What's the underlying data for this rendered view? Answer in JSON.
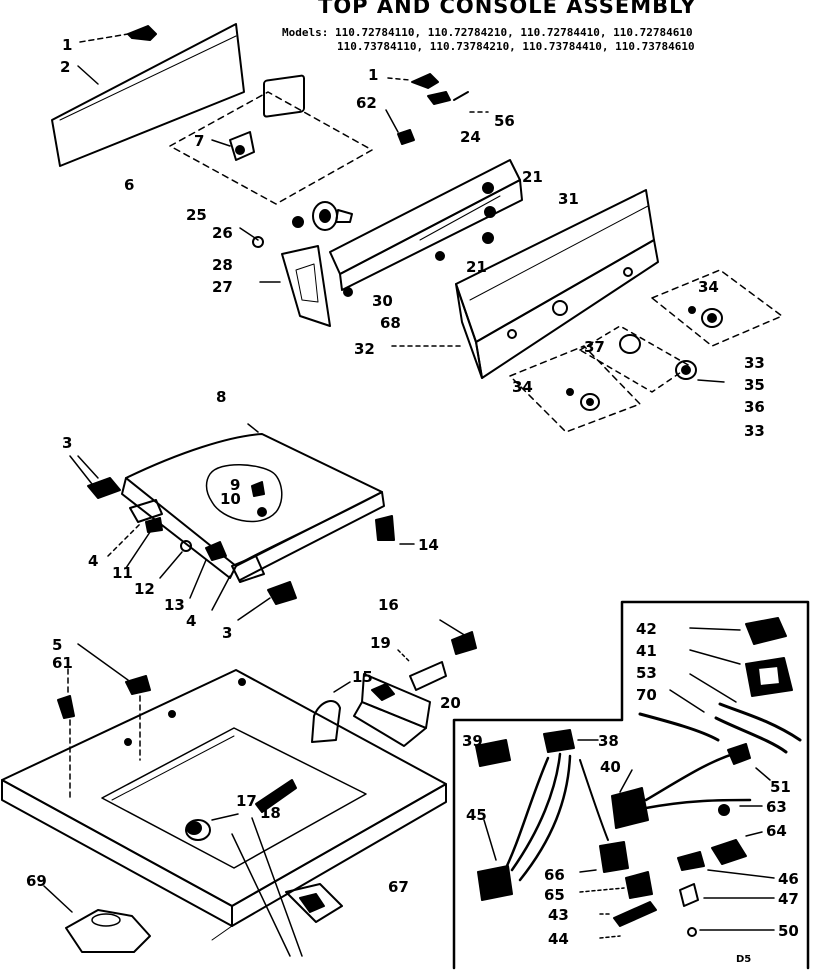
{
  "title": "TOP AND CONSOLE ASSEMBLY",
  "models_line1": "Models: 110.72784110, 110.72784210, 110.72784410, 110.72784610",
  "models_line2": "110.73784110, 110.73784210, 110.73784410, 110.73784610",
  "footer_code": "D5",
  "callouts": {
    "c1a": "1",
    "c2": "2",
    "c6": "6",
    "c7": "7",
    "c1b": "1",
    "c62": "62",
    "c24": "24",
    "c56": "56",
    "c21a": "21",
    "c31": "31",
    "c25": "25",
    "c26": "26",
    "c28": "28",
    "c27": "27",
    "c21b": "21",
    "c30": "30",
    "c68": "68",
    "c32": "32",
    "c34a": "34",
    "c37": "37",
    "c33a": "33",
    "c35": "35",
    "c34b": "34",
    "c36": "36",
    "c33b": "33",
    "c8": "8",
    "c3a": "3",
    "c9": "9",
    "c10": "10",
    "c14": "14",
    "c4a": "4",
    "c11": "11",
    "c12": "12",
    "c13": "13",
    "c4b": "4",
    "c3b": "3",
    "c16": "16",
    "c19": "19",
    "c5": "5",
    "c61": "61",
    "c15": "15",
    "c20": "20",
    "c17": "17",
    "c18": "18",
    "c69": "69",
    "c67": "67",
    "c42": "42",
    "c41": "41",
    "c53": "53",
    "c70": "70",
    "c39": "39",
    "c38": "38",
    "c40": "40",
    "c51": "51",
    "c63": "63",
    "c64": "64",
    "c45": "45",
    "c66": "66",
    "c65": "65",
    "c43": "43",
    "c44": "44",
    "c46": "46",
    "c47": "47",
    "c50": "50"
  }
}
